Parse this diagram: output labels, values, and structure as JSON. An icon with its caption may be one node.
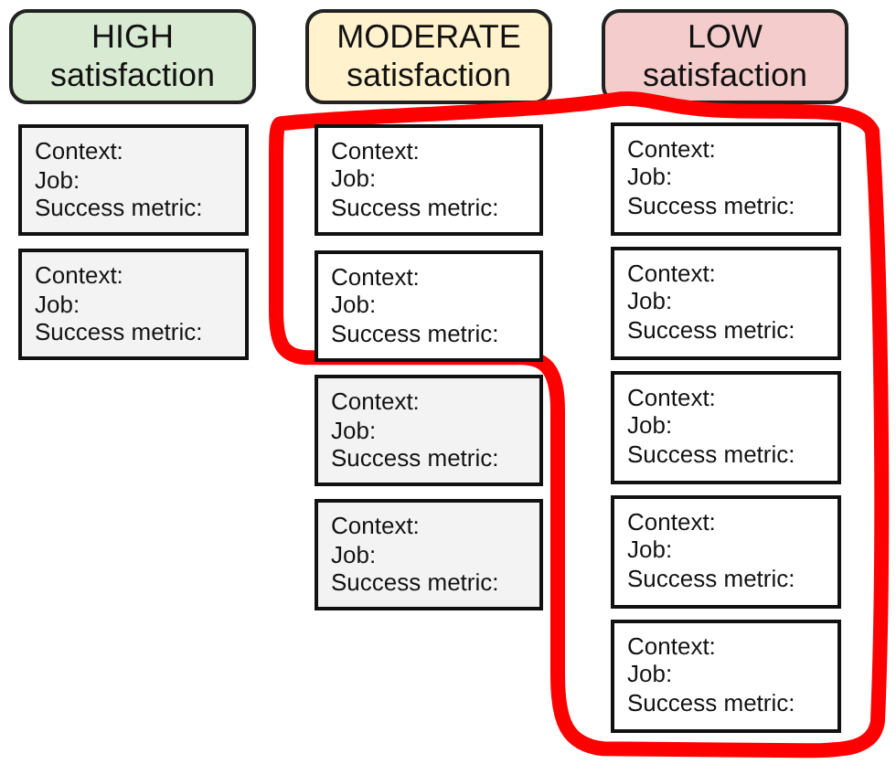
{
  "diagram": {
    "nodes": [
      {
        "text": [
          "HIGH satisfaction"
        ]
      },
      {
        "text": [
          "MODERATE satisfaction"
        ]
      },
      {
        "text": [
          "LOW satisfaction"
        ]
      },
      {
        "text": [
          "Context:",
          "Job:",
          "Success metric:"
        ]
      },
      {
        "text": [
          "Context:",
          "Job:",
          "Success metric:"
        ]
      },
      {
        "text": [],
        "shape": "outline"
      },
      {
        "text": [
          "Context:",
          "Job:",
          "Success metric:"
        ],
        "in": 5
      },
      {
        "text": [
          "Context:",
          "Job:",
          "Success metric:"
        ],
        "in": 5
      },
      {
        "text": [
          "Context:",
          "Job:",
          "Success metric:"
        ],
        "in": 5
      },
      {
        "text": [
          "Context:",
          "Job:",
          "Success metric:"
        ],
        "in": 5
      },
      {
        "text": [
          "Context:",
          "Job:",
          "Success metric:"
        ],
        "in": 5
      },
      {
        "text": [
          "Context:",
          "Job:",
          "Success metric:"
        ],
        "in": 5
      },
      {
        "text": [
          "Context:",
          "Job:",
          "Success metric:"
        ],
        "in": 5
      },
      {
        "text": [
          "Context:",
          "Job:",
          "Success metric:"
        ]
      },
      {
        "text": [
          "Context:",
          "Job:",
          "Success metric:"
        ]
      }
    ]
  }
}
